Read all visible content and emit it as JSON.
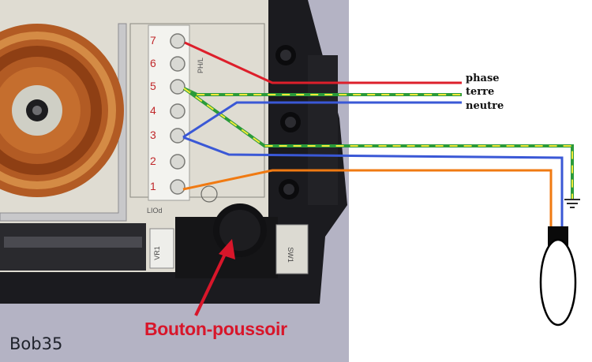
{
  "watermark": "Bob35",
  "callout": "Bouton-poussoir",
  "wire_labels": {
    "phase": "phase",
    "terre": "terre",
    "neutre": "neutre"
  },
  "terminal_numbers": [
    "7",
    "6",
    "5",
    "4",
    "3",
    "2",
    "1"
  ],
  "board_marks": {
    "top_right": "PH/L",
    "lower_left": "LIOd",
    "knob_label": "VR1",
    "right_label": "SW1"
  },
  "colors": {
    "phase": "#dd1f2b",
    "terre_green": "#2a9a3a",
    "terre_yellow": "#f3e83a",
    "neutre": "#3a58d6",
    "lamp_feed": "#f07a12",
    "callout": "#d8162a"
  }
}
